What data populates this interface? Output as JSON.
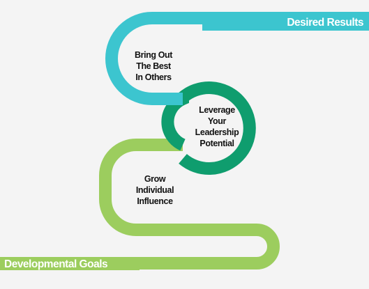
{
  "endpoints": {
    "start_label": "Developmental Goals",
    "end_label": "Desired Results"
  },
  "stages": [
    {
      "lines": [
        "Bring Out",
        "The Best",
        "In Others"
      ]
    },
    {
      "lines": [
        "Leverage",
        "Your",
        "Leadership",
        "Potential"
      ]
    },
    {
      "lines": [
        "Grow",
        "Individual",
        "Influence"
      ]
    }
  ],
  "colors": {
    "background": "#f4f4f4",
    "top_path": "#3cc5cf",
    "middle_path": "#0f9d6e",
    "bottom_path": "#9ccd5e",
    "label_text": "#111111",
    "endpoint_text": "#ffffff"
  }
}
